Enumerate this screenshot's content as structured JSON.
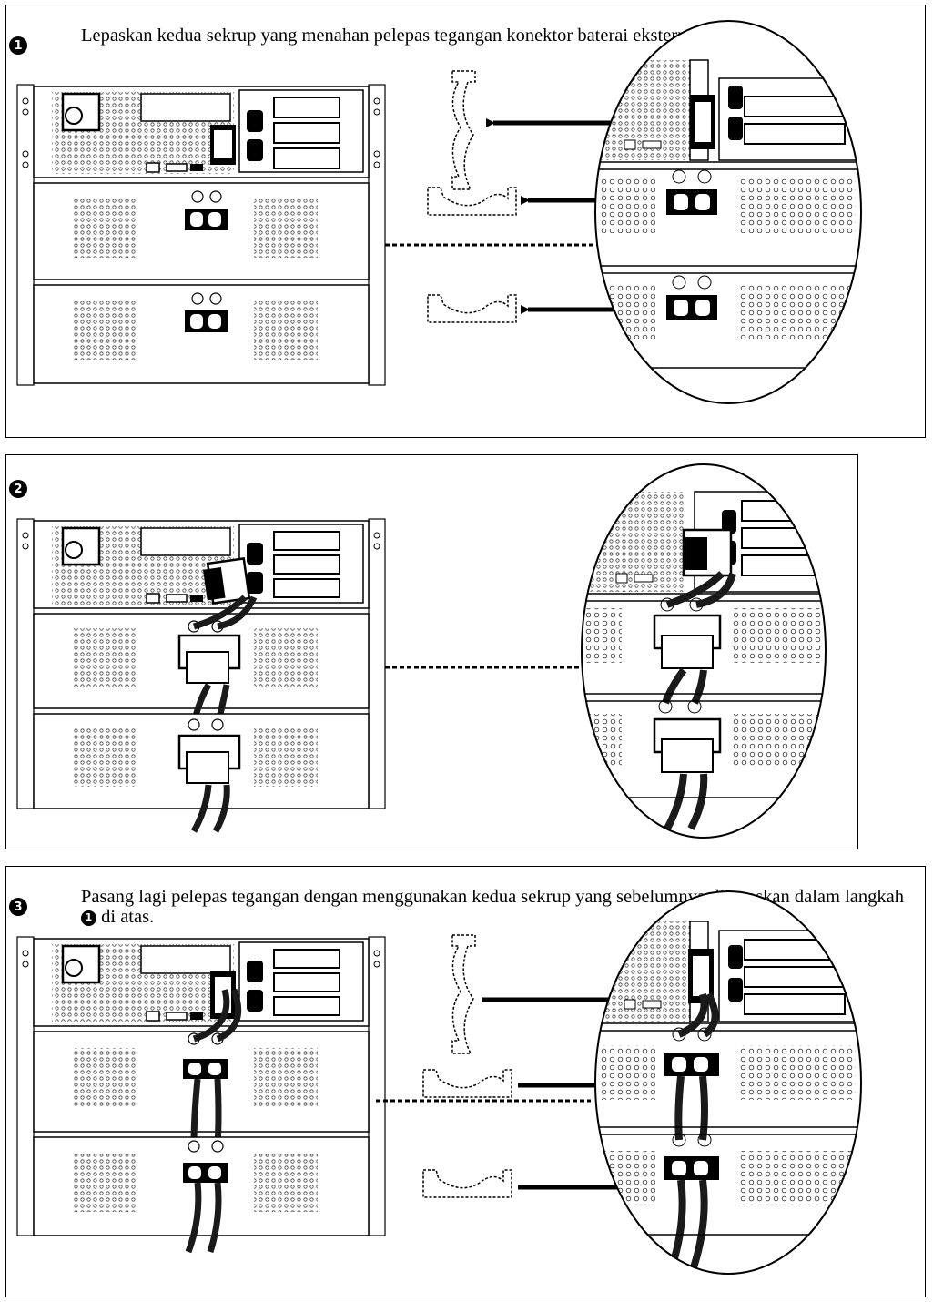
{
  "steps": [
    {
      "number": "1",
      "instruction": "Lepaskan kedua sekrup yang menahan pelepas tegangan konektor baterai eksternal."
    },
    {
      "number": "2",
      "instruction": ""
    },
    {
      "number": "3",
      "instruction_before_ref": "Pasang lagi pelepas tegangan dengan menggunakan kedua sekrup yang sebelumnya dilepaskan dalam langkah",
      "reference_step": "1",
      "instruction_after_ref": "di atas."
    }
  ],
  "colors": {
    "line": "#000000",
    "background": "#ffffff",
    "dots": "#555555",
    "cable": "#1a1a1a"
  }
}
